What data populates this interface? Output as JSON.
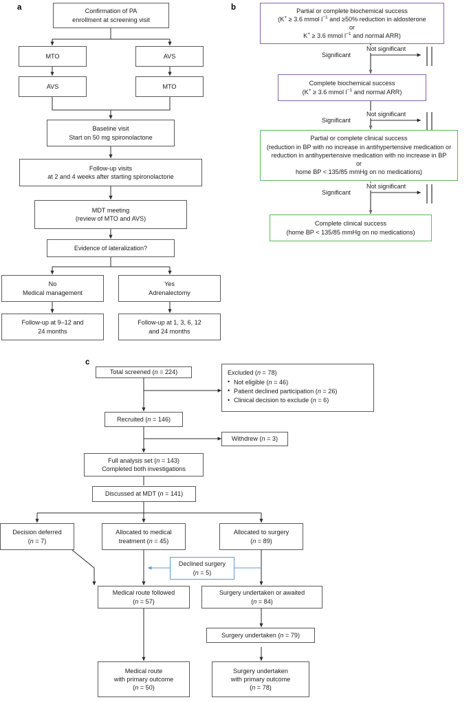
{
  "figure": {
    "panels": [
      {
        "key": "a",
        "letter": "a"
      },
      {
        "key": "b",
        "letter": "b"
      },
      {
        "key": "c",
        "letter": "c"
      }
    ]
  },
  "panel_a": {
    "letter": "a",
    "nodes": {
      "confirmation": {
        "line1": "Confirmation of PA",
        "line2": "enrollment at screening visit"
      },
      "mto_left": {
        "line1": "MTO"
      },
      "avs_right": {
        "line1": "AVS"
      },
      "avs_left": {
        "line1": "AVS"
      },
      "mto_right": {
        "line1": "MTO"
      },
      "baseline": {
        "line1": "Baseline visit",
        "line2": "Start on 50 mg spironolactone"
      },
      "followup_visits": {
        "line1": "Follow-up visits",
        "line2": "at 2 and 4 weeks after starting spironolactone"
      },
      "mdt": {
        "line1": "MDT meeting",
        "line2": "(review of MTO and AVS)"
      },
      "lateralization": {
        "line1": "Evidence of lateralization?"
      },
      "no_medical": {
        "line1": "No",
        "line2": "Medical management"
      },
      "yes_adrenal": {
        "line1": "Yes",
        "line2": "Adrenalectomy"
      },
      "fu_medical": {
        "line1": "Follow-up at 9–12 and",
        "line2": "24 months"
      },
      "fu_surgical": {
        "line1": "Follow-up at 1, 3, 6, 12",
        "line2": "and 24 months"
      }
    }
  },
  "panel_b": {
    "letter": "b",
    "nodes": {
      "partial_biochem": {
        "line1": "Partial or complete biochemical success",
        "line2_pre": "(K",
        "line2_sup": "+",
        "line2_mid": " ≥ 3.6 mmol l",
        "line2_sup2": "−1",
        "line2_post": " and ≥50% reduction in aldosterone",
        "line3": "or",
        "line4_pre": "K",
        "line4_sup": "+",
        "line4_mid": " ≥ 3.6 mmol l",
        "line4_sup2": "−1",
        "line4_post": " and normal ARR)"
      },
      "complete_biochem": {
        "line1": "Complete biochemical success",
        "line2_pre": "(K",
        "line2_sup": "+",
        "line2_mid": " ≥ 3.6 mmol l",
        "line2_sup2": "−1",
        "line2_post": " and normal ARR)"
      },
      "partial_clinical": {
        "line1": "Partial or complete clinical success",
        "line2": "(reduction in BP with no increase in antihypertensive medication or",
        "line3": "reduction in antihypertensive medication with no increase in BP",
        "line4": "or",
        "line5": "home BP < 135/85 mmHg on no medications)"
      },
      "complete_clinical": {
        "line1": "Complete clinical success",
        "line2": "(home BP < 135/85 mmHg on no medications)"
      }
    },
    "edge_labels": {
      "significant_1": "Significant",
      "not_significant_1": "Not significant",
      "significant_2": "Significant",
      "not_significant_2": "Not significant",
      "significant_3": "Significant",
      "not_significant_3": "Not significant"
    },
    "colors": {
      "biochemical_border": "#8b5fa8",
      "clinical_border": "#5cb85c"
    }
  },
  "panel_c": {
    "letter": "c",
    "nodes": {
      "total_screened": {
        "text_pre": "Total screened (",
        "text_n": "n",
        "text_post": " = 224)"
      },
      "excluded": {
        "heading_pre": "Excluded (",
        "heading_n": "n",
        "heading_post": " = 78)",
        "bullets": [
          {
            "pre": "Not eligible (",
            "n": "n",
            "post": " = 46)"
          },
          {
            "pre": "Patient declined participation (",
            "n": "n",
            "post": " = 26)"
          },
          {
            "pre": "Clinical decision to exclude (",
            "n": "n",
            "post": " = 6)"
          }
        ]
      },
      "recruited": {
        "text_pre": "Recruited (",
        "text_n": "n",
        "text_post": " = 146)"
      },
      "withdrew": {
        "text_pre": "Withdrew (",
        "text_n": "n",
        "text_post": " = 3)"
      },
      "full_analysis": {
        "line1_pre": "Full analysis set (",
        "line1_n": "n",
        "line1_post": " = 143)",
        "line2": "Completed both investigations"
      },
      "discussed_mdt": {
        "text_pre": "Discussed at MDT (",
        "text_n": "n",
        "text_post": " = 141)"
      },
      "decision_deferred": {
        "line1": "Decision deferred",
        "line2_pre": "(",
        "line2_n": "n",
        "line2_post": " = 7)"
      },
      "allocated_medical": {
        "line1": "Allocated to medical",
        "line2_pre": "treatment (",
        "line2_n": "n",
        "line2_post": " = 45)"
      },
      "allocated_surgery": {
        "line1": "Allocated to surgery",
        "line2_pre": "(",
        "line2_n": "n",
        "line2_post": " = 89)"
      },
      "declined_surgery": {
        "line1": "Declined surgery",
        "line2_pre": "(",
        "line2_n": "n",
        "line2_post": " = 5)"
      },
      "medical_route": {
        "line1": "Medical route followed",
        "line2_pre": "(",
        "line2_n": "n",
        "line2_post": " = 57)"
      },
      "surgery_awaited": {
        "line1": "Surgery undertaken or awaited",
        "line2_pre": "(",
        "line2_n": "n",
        "line2_post": " = 84)"
      },
      "surgery_undertaken": {
        "text_pre": "Surgery undertaken (",
        "text_n": "n",
        "text_post": " = 79)"
      },
      "medical_outcome": {
        "line1": "Medical route",
        "line2": "with primary outcome",
        "line3_pre": "(",
        "line3_n": "n",
        "line3_post": " = 50)"
      },
      "surgery_outcome": {
        "line1": "Surgery undertaken",
        "line2": "with primary outcome",
        "line3_pre": "(",
        "line3_n": "n",
        "line3_post": " = 78)"
      }
    },
    "colors": {
      "declined_border": "#5b9bd5",
      "declined_arrow": "#5b9bd5"
    }
  }
}
